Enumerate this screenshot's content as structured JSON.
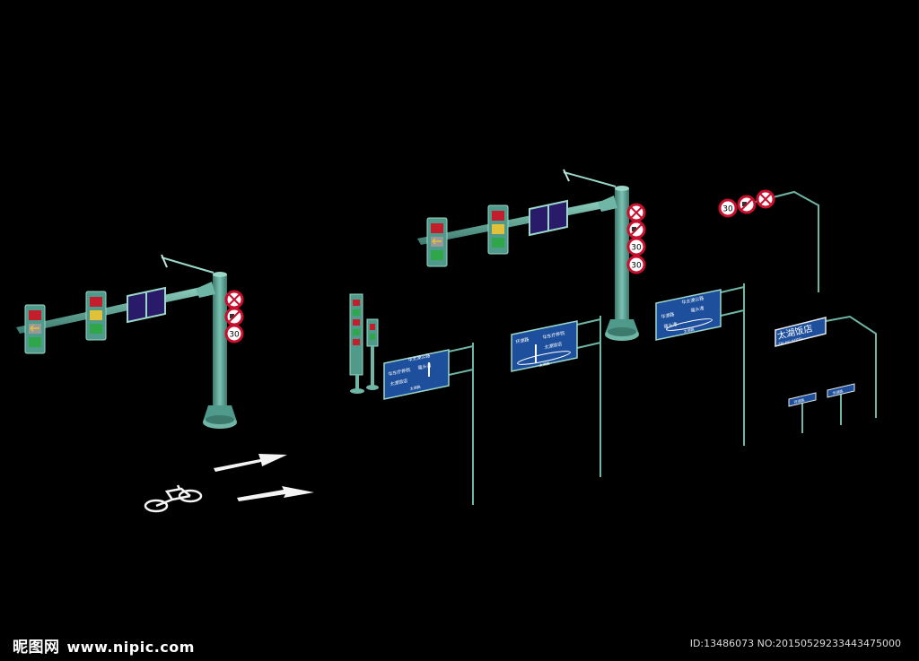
{
  "speed_limit": "30",
  "speed_limit_end": "30",
  "guide_sign_1": {
    "top": "华太湖公路",
    "left": "华东疗养院",
    "mid": "太湖饭店",
    "right": "鼋头渚",
    "bottom": "太湖路"
  },
  "guide_sign_2": {
    "top": "环湖路",
    "left": "华东疗养院",
    "right": "太湖饭店",
    "bottom": "太湖路"
  },
  "guide_sign_3": {
    "top": "华太湖公路",
    "left": "华湖路",
    "mid": "鼋头渚",
    "right": "鼋头渚",
    "bottom": "太湖路"
  },
  "hotel_sign": {
    "title": "太湖饭店",
    "subtitle": "TAI HU HOTEL"
  },
  "street_signs": [
    "环湖路",
    "华湖路"
  ],
  "footer": {
    "watermark": "昵图网",
    "url": "www.nipic.com",
    "id_text": "ID:13486073 NO:20150529233443475000"
  },
  "colors": {
    "pole": "#4f9a8a",
    "sign_blue": "#1d4f9c",
    "sign_red": "#c8102e",
    "sign_panel": "#2a1a6a"
  }
}
